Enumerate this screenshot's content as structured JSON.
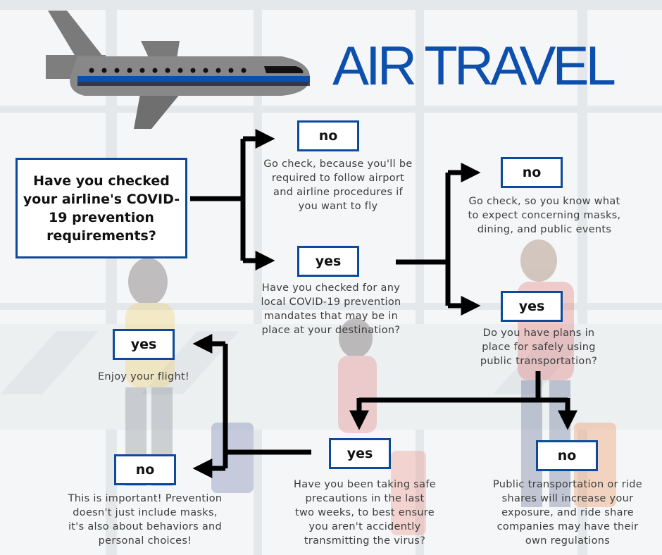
{
  "title": "AIR TRAVEL",
  "colors": {
    "brand_blue": "#0d4fad",
    "box_border": "#0d4a9c",
    "arrow": "#000000",
    "text": "#3d3d3d"
  },
  "question": "Have you checked your airline's COVID-19 prevention requirements?",
  "branch1": {
    "no_label": "no",
    "no_text": [
      "Go check, because you'll be",
      "required to follow airport",
      "and airline procedures if",
      "you want to fly"
    ],
    "yes_label": "yes",
    "yes_text": [
      "Have you checked for any",
      "local COVID-19 prevention",
      "mandates that may be in",
      "place at your destination?"
    ]
  },
  "branch2": {
    "no_label": "no",
    "no_text": [
      "Go check, so you know what",
      "to expect concerning masks,",
      "dining, and public events"
    ],
    "yes_label": "yes",
    "yes_text": [
      "Do you have plans in",
      "place for safely using",
      "public transportation?"
    ]
  },
  "branch3": {
    "yes_label": "yes",
    "yes_text": [
      "Have you been taking safe",
      "precautions in the last",
      "two weeks, to best ensure",
      "you aren't accidently",
      "transmitting the virus?"
    ],
    "no_label": "no",
    "no_text": [
      "Public transportation or ride",
      "shares will increase your",
      "exposure, and ride share",
      "companies may have their",
      "own regulations"
    ]
  },
  "branch4": {
    "yes_label": "yes",
    "yes_text": [
      "Enjoy your flight!"
    ],
    "no_label": "no",
    "no_text": [
      "This is important! Prevention",
      "doesn't just include masks,",
      "it's also about behaviors and",
      "personal choices!"
    ]
  },
  "icons": {
    "plane": "airplane-icon"
  }
}
